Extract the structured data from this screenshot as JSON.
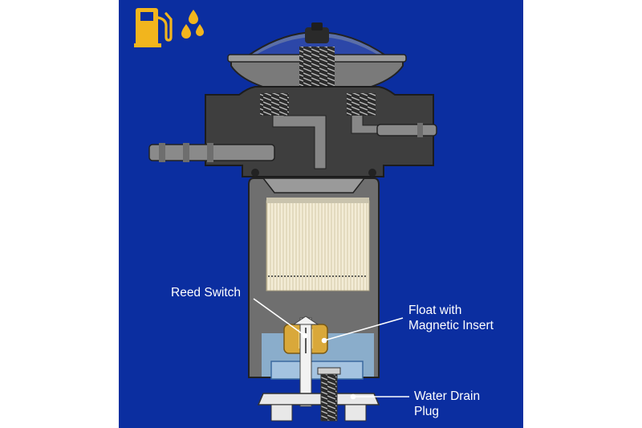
{
  "icons": {
    "fuel": "fuel-pump-icon",
    "droplets": "fuel-droplets-icon"
  },
  "colors": {
    "background": "#0b2ea0",
    "housing": "#3f3f3f",
    "bowl": "#6e6e6e",
    "filter_media": "#eee6cc",
    "water": "#8fb8dc",
    "float": "#d9a83a",
    "icon": "#f2b51d",
    "label_text": "#ffffff"
  },
  "labels": {
    "reed_switch": "Reed Switch",
    "float_line1": "Float with",
    "float_line2": "Magnetic Insert",
    "drain_line1": "Water Drain",
    "drain_line2": "Plug"
  }
}
